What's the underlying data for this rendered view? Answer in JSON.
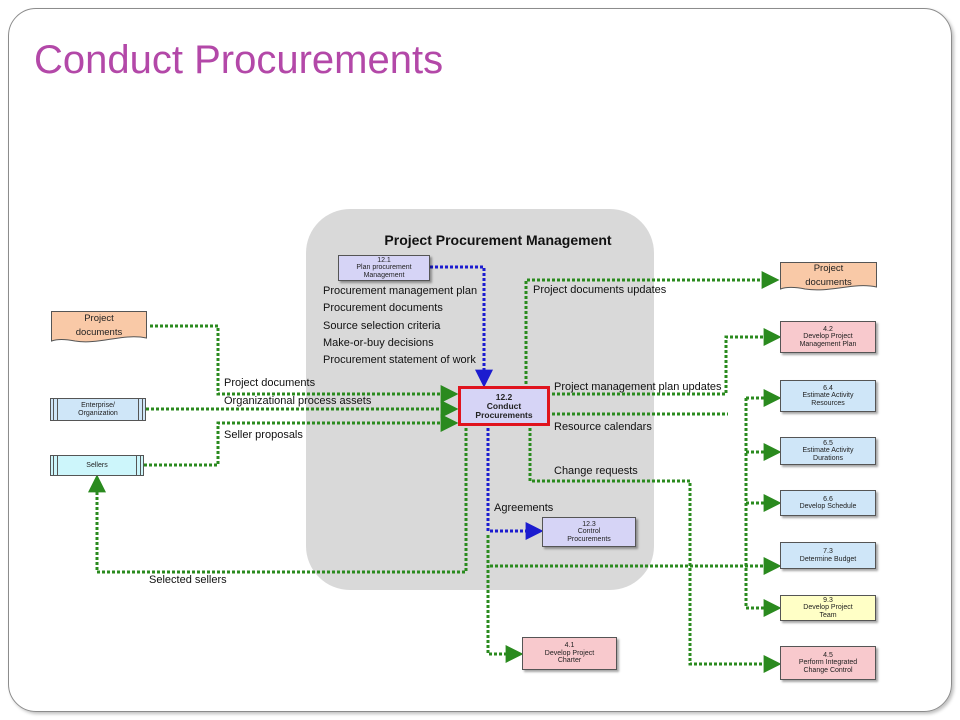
{
  "slide": {
    "title": "Conduct Procurements"
  },
  "group": {
    "title": "Project Procurement Management"
  },
  "central": {
    "number": "12.2",
    "name_line1": "Conduct",
    "name_line2": "Procurements"
  },
  "inputs_from_plan": {
    "source_box": {
      "number": "12.1",
      "line1": "Plan procurement",
      "line2": "Management"
    },
    "items": [
      "Procurement management plan",
      "Procurement documents",
      "Source selection criteria",
      "Make-or-buy decisions",
      "Procurement statement of work"
    ]
  },
  "left_sources": {
    "project_documents": {
      "line1": "Project",
      "line2": "documents"
    },
    "enterprise": {
      "line1": "Enterprise/",
      "line2": "Organization"
    },
    "sellers": {
      "label": "Sellers"
    }
  },
  "left_flow_labels": {
    "project_documents": "Project documents",
    "opa": "Organizational process assets",
    "seller_proposals": "Seller proposals",
    "selected_sellers": "Selected sellers"
  },
  "right_flow_labels": {
    "project_documents_updates": "Project documents updates",
    "pmp_updates": "Project management plan updates",
    "resource_calendars": "Resource calendars",
    "change_requests": "Change requests",
    "agreements": "Agreements"
  },
  "targets": {
    "project_documents": {
      "line1": "Project",
      "line2": "documents"
    },
    "develop_pmp": {
      "number": "4.2",
      "line1": "Develop Project",
      "line2": "Management Plan"
    },
    "estimate_resources": {
      "number": "6.4",
      "line1": "Estimate Activity",
      "line2": "Resources"
    },
    "estimate_durations": {
      "number": "6.5",
      "line1": "Estimate Activity",
      "line2": "Durations"
    },
    "develop_schedule": {
      "number": "6.6",
      "line1": "Develop Schedule"
    },
    "determine_budget": {
      "number": "7.3",
      "line1": "Determine Budget"
    },
    "develop_team": {
      "number": "9.3",
      "line1": "Develop Project",
      "line2": "Team"
    },
    "integrated_change": {
      "number": "4.5",
      "line1": "Perform Integrated",
      "line2": "Change Control"
    },
    "control_procurements": {
      "number": "12.3",
      "line1": "Control",
      "line2": "Procurements"
    },
    "project_charter": {
      "number": "4.1",
      "line1": "Develop Project",
      "line2": "Charter"
    }
  },
  "colors": {
    "title": "#b348a8",
    "green_flow": "#2a8a1e",
    "blue_flow": "#1c1ccf",
    "central_border": "#e0141e",
    "doc_fill": "#f9c9a7",
    "group_fill": "#d9d9d9"
  }
}
